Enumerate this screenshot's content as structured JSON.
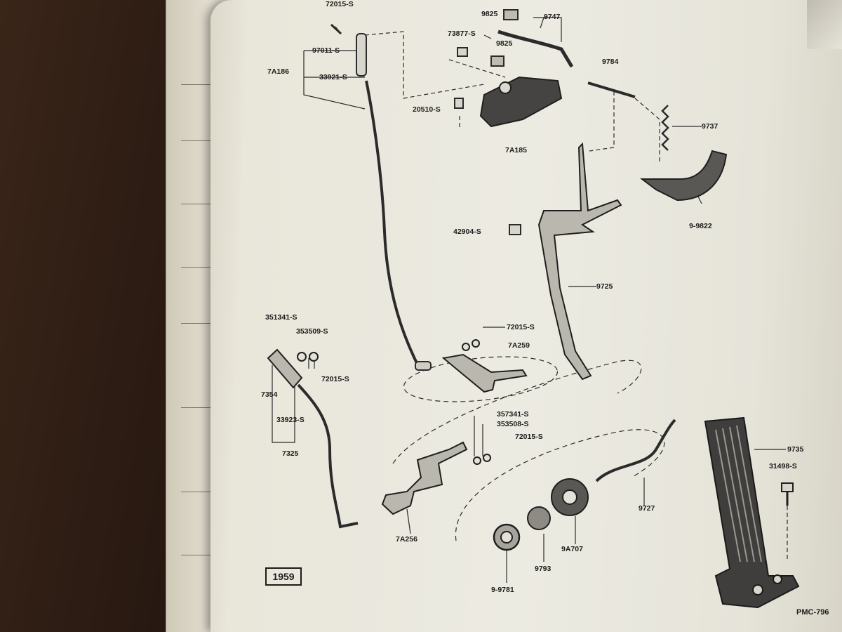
{
  "year": "1959",
  "page_code": "PMC-796",
  "part_labels": [
    {
      "id": "p1",
      "text": "72015-S"
    },
    {
      "id": "p2",
      "text": "97011-S"
    },
    {
      "id": "p3",
      "text": "7A186"
    },
    {
      "id": "p4",
      "text": "33921-S"
    },
    {
      "id": "p5",
      "text": "9825"
    },
    {
      "id": "p6",
      "text": "9747"
    },
    {
      "id": "p7",
      "text": "73877-S"
    },
    {
      "id": "p8",
      "text": "9825"
    },
    {
      "id": "p9",
      "text": "9784"
    },
    {
      "id": "p10",
      "text": "20510-S"
    },
    {
      "id": "p11",
      "text": "7A185"
    },
    {
      "id": "p12",
      "text": "9737"
    },
    {
      "id": "p13",
      "text": "9-9822"
    },
    {
      "id": "p14",
      "text": "42904-S"
    },
    {
      "id": "p15",
      "text": "9725"
    },
    {
      "id": "p16",
      "text": "351341-S"
    },
    {
      "id": "p17",
      "text": "353509-S"
    },
    {
      "id": "p18",
      "text": "72015-S"
    },
    {
      "id": "p19",
      "text": "7A259"
    },
    {
      "id": "p20",
      "text": "72015-S"
    },
    {
      "id": "p21",
      "text": "7354"
    },
    {
      "id": "p22",
      "text": "33923-S"
    },
    {
      "id": "p23",
      "text": "7325"
    },
    {
      "id": "p24",
      "text": "357341-S"
    },
    {
      "id": "p25",
      "text": "353508-S"
    },
    {
      "id": "p26",
      "text": "72015-S"
    },
    {
      "id": "p27",
      "text": "9735"
    },
    {
      "id": "p28",
      "text": "31498-S"
    },
    {
      "id": "p29",
      "text": "9727"
    },
    {
      "id": "p30",
      "text": "7A256"
    },
    {
      "id": "p31",
      "text": "9A707"
    },
    {
      "id": "p32",
      "text": "9793"
    },
    {
      "id": "p33",
      "text": "9-9781"
    }
  ]
}
